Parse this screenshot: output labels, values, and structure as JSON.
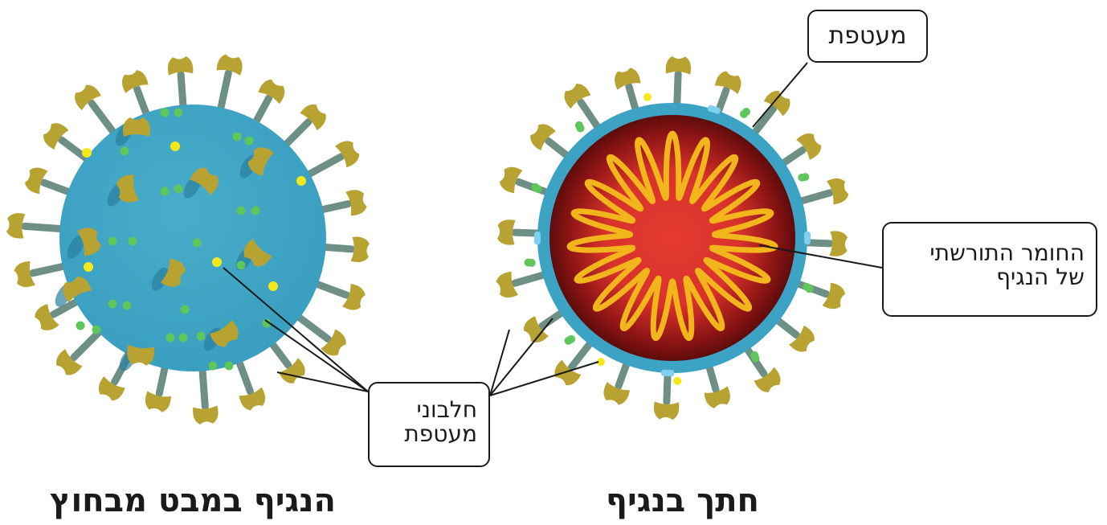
{
  "labels": {
    "envelope": "מעטפת",
    "genetic_material": {
      "line1": "החומר התורשתי",
      "line2": "של הנגיף"
    },
    "envelope_proteins": {
      "line1": "חלבוני",
      "line2": "מעטפת"
    }
  },
  "titles": {
    "outside_view": "הנגיף במבט מבחוץ",
    "cross_section": "חתך בנגיף"
  },
  "colors": {
    "envelope_blue": "#3da3c4",
    "spike_stem": "#6d8f85",
    "spike_head": "#b8a232",
    "core_red": "#e23b30",
    "core_dark": "#6b0d0d",
    "rna_yellow": "#f2b51c",
    "protein_green": "#5ec65a",
    "protein_yellow": "#f4e81a"
  }
}
